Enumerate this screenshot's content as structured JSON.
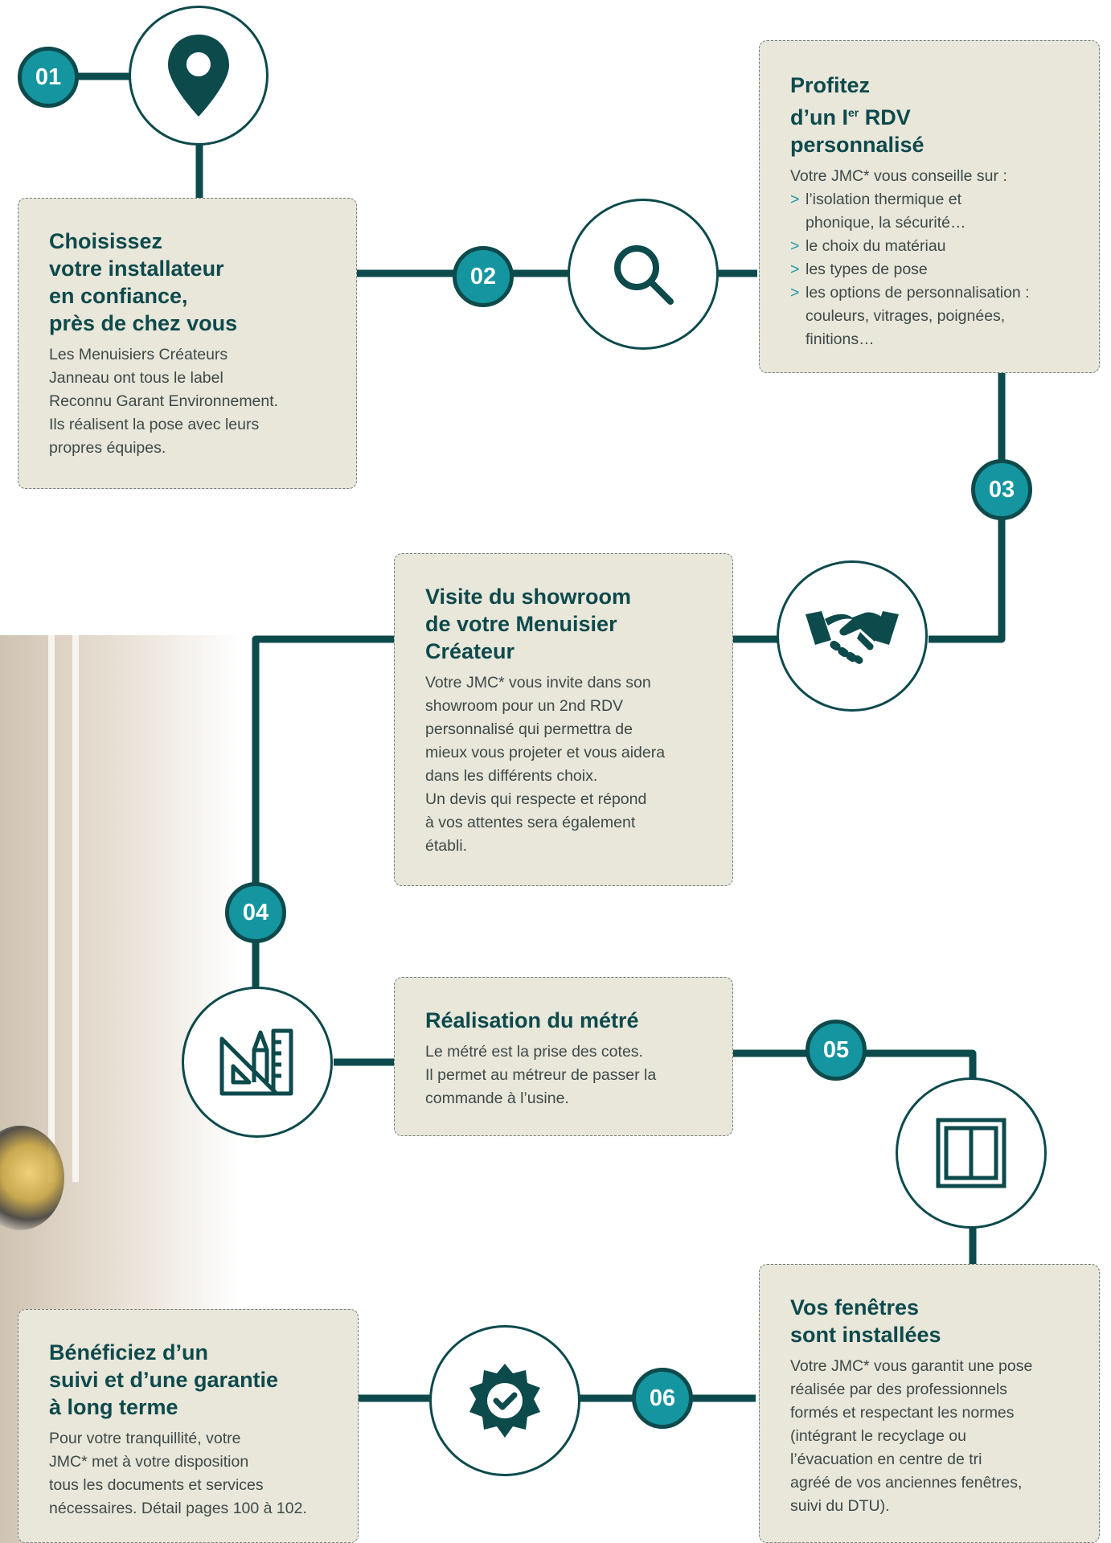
{
  "colors": {
    "dark_teal": "#0d4a4c",
    "teal": "#14959f",
    "card_bg": "#e9e6da",
    "text": "#3d4a48"
  },
  "steps": [
    {
      "number": "01",
      "icon": "map-pin-icon",
      "title": "Choisissez\nvotre installateur\nen confiance,\nprès de chez vous",
      "body": "Les Menuisiers Créateurs\nJanneau ont tous le label\nReconnu Garant Environnement.\nIls réalisent la pose avec leurs\npropres équipes."
    },
    {
      "number": "02",
      "icon": "magnifier-icon",
      "title_line1": "Profitez",
      "title_line2_pre": "d’un I",
      "title_line2_sup": "er",
      "title_line2_post": " RDV",
      "title_line3": "personnalisé",
      "intro": "Votre JMC* vous conseille sur :",
      "bullets": [
        "l’isolation thermique et\nphonique, la sécurité…",
        "le choix du matériau",
        "les types de pose",
        "les options de personnalisation :\ncouleurs, vitrages, poignées,\nfinitions…"
      ]
    },
    {
      "number": "03",
      "icon": "handshake-icon",
      "title": "Visite du showroom\nde votre Menuisier\nCréateur",
      "body": "Votre JMC* vous invite dans son\nshowroom pour un 2nd RDV\npersonnalisé qui permettra de\nmieux vous projeter et vous aidera\ndans les différents choix.\nUn devis qui respecte et répond\nà vos attentes sera également\nétabli."
    },
    {
      "number": "04",
      "icon": "measuring-tools-icon",
      "title": "Réalisation du métré",
      "body": "Le métré est la prise des cotes.\nIl permet au métreur de passer la\ncommande à l’usine."
    },
    {
      "number": "05",
      "icon": "window-icon",
      "title": "Vos fenêtres\nsont installées",
      "body": "Votre JMC* vous garantit une pose\nréalisée par des professionnels\nformés et respectant les normes\n(intégrant le recyclage ou\nl’évacuation en centre de tri\nagréé de vos anciennes fenêtres,\nsuivi du DTU)."
    },
    {
      "number": "06",
      "icon": "check-seal-icon",
      "title": "Bénéficiez d’un\nsuivi et d’une garantie\nà long terme",
      "body": "Pour votre tranquillité, votre\nJMC* met à votre disposition\ntous les documents et services\nnécessaires. Détail pages 100 à 102."
    }
  ]
}
